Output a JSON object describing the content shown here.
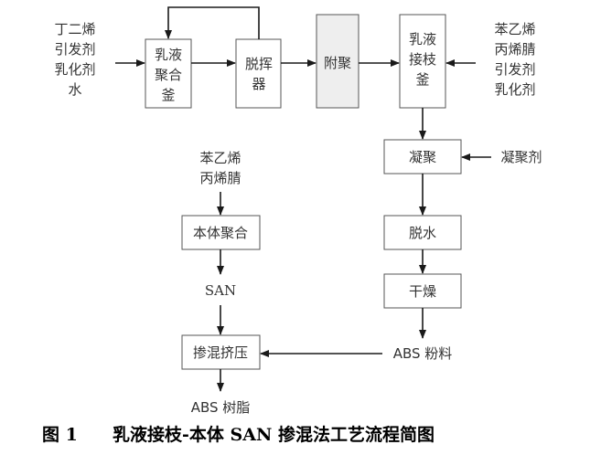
{
  "diagram": {
    "inputs_left": [
      "丁二烯",
      "引发剂",
      "乳化剂",
      "水"
    ],
    "reactor": [
      "乳液",
      "聚合",
      "釜"
    ],
    "stripper": [
      "脱挥",
      "器"
    ],
    "agglomeration": "附聚",
    "graft_reactor": [
      "乳液",
      "接枝",
      "釜"
    ],
    "inputs_right": [
      "苯乙烯",
      "丙烯腈",
      "引发剂",
      "乳化剂"
    ],
    "coagulation": "凝聚",
    "coagulant": "凝聚剂",
    "dewatering": "脱水",
    "drying": "干燥",
    "abs_powder": "ABS 粉料",
    "monomers_mid": [
      "苯乙烯",
      "丙烯腈"
    ],
    "bulk_polymerization": "本体聚合",
    "san": "SAN",
    "blend_extrusion": "掺混挤压",
    "abs_resin": "ABS 树脂"
  },
  "caption": {
    "number": "图 1",
    "text": "乳液接枝-本体 SAN 掺混法工艺流程简图"
  }
}
